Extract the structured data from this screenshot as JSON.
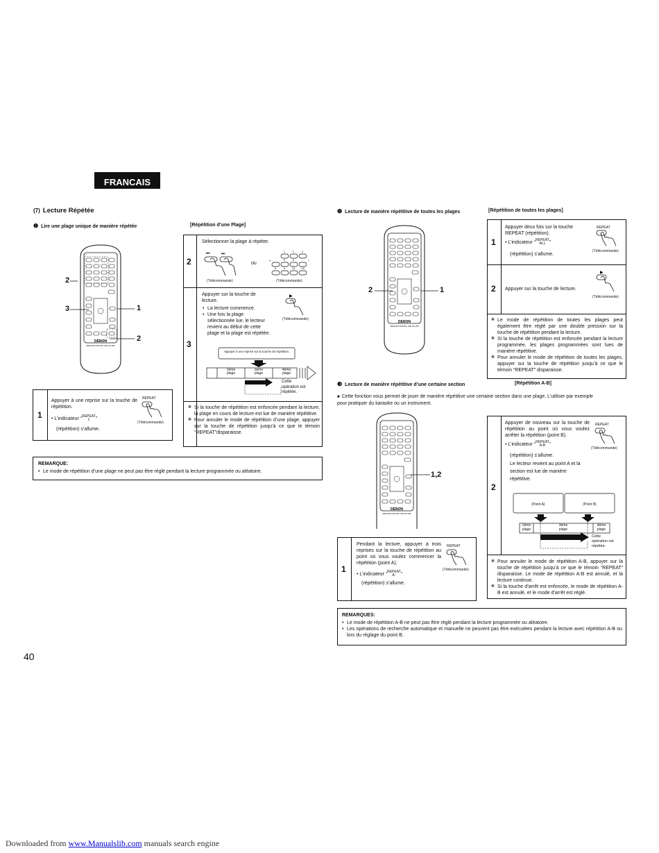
{
  "language_tab": "FRANCAIS",
  "section": {
    "number": "(7)",
    "title": "Lecture Répétée"
  },
  "single": {
    "bullet": "❶",
    "heading": "Lire une plage unique de manière répétée",
    "tag": "[Répétition d’une Plage]",
    "callouts": {
      "c2a": "2",
      "c3": "3",
      "c1": "1",
      "c2b": "2"
    },
    "step1": {
      "num": "1",
      "text": "Appuyer à une reprise sur la touche de répétition.",
      "ind_pre": "• L’indicateur “",
      "ind_top": "REPEAT",
      "ind_bottom": "1",
      "ind_post": "”",
      "ind_tail": "(répétition) s’allume.",
      "btn_label": "REPEAT",
      "remote": "(Télécommande)"
    },
    "step2": {
      "num": "2",
      "text": "Sélectionner la plage à répéter.",
      "ou": "ou",
      "remote_a": "(Télécommande)",
      "remote_b": "(Télécommande)",
      "keys": [
        "1",
        "2",
        "3",
        "4",
        "5",
        "6",
        "7",
        "8",
        "9",
        "10",
        "+10"
      ]
    },
    "step3": {
      "num": "3",
      "text": "Appuyer sur la touche de lecture.",
      "bullets": [
        "La lecture commence.",
        "Une fois la plage sélectionnée lue, le lecteur revient au début de cette plage et la plage est répétée."
      ],
      "remote": "(Télécommande)",
      "diagram_label": "Appuyer à une reprise sur la touche de répétition.",
      "t2a": "2ème",
      "t2b": "plage",
      "t3a": "3ème",
      "t3b": "plage",
      "t4a": "4ème",
      "t4b": "plage",
      "cette": [
        "Cette",
        "opération est",
        "répétée."
      ]
    },
    "notes": [
      "Si la touche de répétition est enfoncée pendant la lecture, la plage en cours de lecture est lue de manière répétitive.",
      "Pour annuler le mode de répétition d’une plage, appuyer sur la touche de répétition jusqu’à ce que le témoin “REPEAT”disparaisse."
    ]
  },
  "remarque": {
    "title": "REMARQUE:",
    "items": [
      "Le mode de répétition d’une plage ne peut pas être réglé pendant la lecture programmée ou aléatoire."
    ]
  },
  "all": {
    "bullet": "❷",
    "heading": "Lecture de manière répétitive de toutes les plages",
    "tag": "[Répétition de toutes les plages]",
    "callouts": {
      "c2": "2",
      "c1": "1"
    },
    "step1": {
      "num": "1",
      "text": "Appuyer deux fois sur la touche REPEAT (répétition).",
      "ind_pre": "• L’indicateur “",
      "ind_top": "REPEAT",
      "ind_bottom": "ALL",
      "ind_post": "”",
      "ind_tail": "(répétition) s’allume.",
      "btn_label": "REPEAT",
      "remote": "(Télécommande)"
    },
    "step2": {
      "num": "2",
      "text": "Appuyer sur la touche de lecture.",
      "remote": "(Télécommande)"
    },
    "notes": [
      "Le mode de répétition de toutes les plages peut également être réglé par une double pression sur la touche de répétition pendant la lecture.",
      "Si la touche de répétition est enfoncée pendant la lecture programmée, les plages programmées sont lues de manière répétitive.",
      "Pour annuler le mode de répétition de toutes les plages, appuyer sur la touche de répétition jusqu’à ce que le témoin “REPEAT” disparaisse."
    ]
  },
  "ab": {
    "bullet": "❸",
    "heading": "Lecture de manière répétitive d’une certaine section",
    "tag": "[Répétition A-B]",
    "intro_mark": "■",
    "intro": "Cette fonction vous permet de jouer de manière répétitive une certaine section dans une plage. L’utiliser par exemple pour pratiquer du karaoke ou un instrument.",
    "callout": "1,2",
    "step1": {
      "num": "1",
      "text": "Pendant la lecture, appuyer à trois reprises sur la touche de répétition au point où vous voulez commencer la répétition (point A).",
      "ind_pre": "• L’indicateur “",
      "ind_top": "REPEAT",
      "ind_bottom": "A-",
      "ind_post": "”",
      "ind_tail": "(répétition) s’allume.",
      "btn_label": "REPEAT",
      "remote": "(Télécommande)"
    },
    "step2": {
      "num": "2",
      "text": "Appuyer de nouveau sur la touche de répétition au point où vous voulez arrêter la répétition (point B).",
      "ind_pre": "• L’indicateur “",
      "ind_top": "REPEAT",
      "ind_bottom": "A-B",
      "ind_post": "”",
      "ind_tail": "(répétition) s’allume.",
      "extra": "Le lecteur revient au point A et la section est lue de manière répétitive.",
      "btn_label": "REPEAT",
      "remote": "(Télécommande)",
      "pointA": "(Point A)",
      "pointB": "(Point B)",
      "t2a": "2ème",
      "t2b": "plage",
      "t3a": "3ème",
      "t3b": "plage",
      "t4a": "4ème",
      "t4b": "plage",
      "cette": [
        "Cette",
        "opération est",
        "répétée."
      ]
    },
    "notes": [
      "Pour annuler le mode de répétition A-B, appuyer sur la touche de répétition jusqu’à ce que le témoin “REPEAT” disparaisse. Le mode de répétition A-B est annulé, et la lecture continue.",
      "Si la touche d’arrêt est enfoncée, le mode de répétition A-B est annulé, et le mode d’arrêt est réglé."
    ]
  },
  "remarques": {
    "title": "REMARQUES:",
    "items": [
      "Le mode de répétition A-B ne peut pas être réglé pendant la lecture programmée ou aléatoire.",
      "Les opérations de recherche automatique et manuelle ne peuvent pas être exécutées pendant la lecture avec répétition A-B ou lors du réglage du point B."
    ]
  },
  "remote_brand": "DENON",
  "remote_model": "REMOTE CONTROL UNIT   RC-259",
  "page_number": "40",
  "footer": {
    "prefix": "Downloaded from ",
    "link": "www.Manualslib.com",
    "suffix": " manuals search engine"
  }
}
